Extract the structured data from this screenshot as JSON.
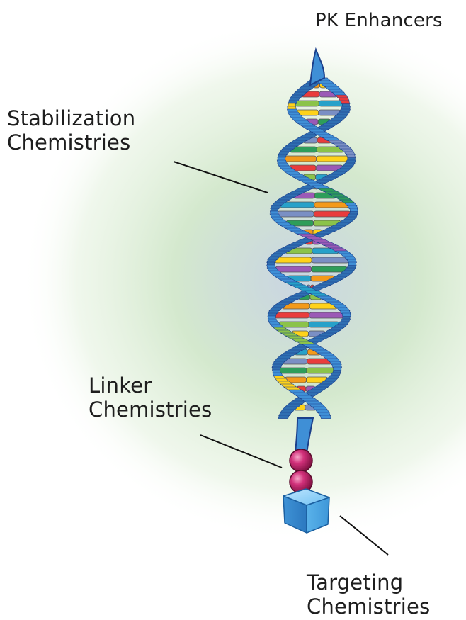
{
  "labels": {
    "pk_enhancers": "PK Enhancers",
    "stabilization": {
      "line1": "Stabilization",
      "line2": "Chemistries"
    },
    "linker": {
      "line1": "Linker",
      "line2": "Chemistries"
    },
    "targeting": {
      "line1": "Targeting",
      "line2": "Chemistries"
    }
  },
  "colors": {
    "ribbon": "#3f8fd6",
    "ribbon_edge": "#1b3f8a",
    "glow": "#c9e6c2",
    "bead": "#c8246e",
    "cube": "#4aa6e6",
    "rung_palette": [
      "#f39a1a",
      "#e93c3c",
      "#8bc34a",
      "#ffd21a",
      "#9b59b6",
      "#27a1c9",
      "#7a8fc4",
      "#2e9d5a"
    ]
  }
}
